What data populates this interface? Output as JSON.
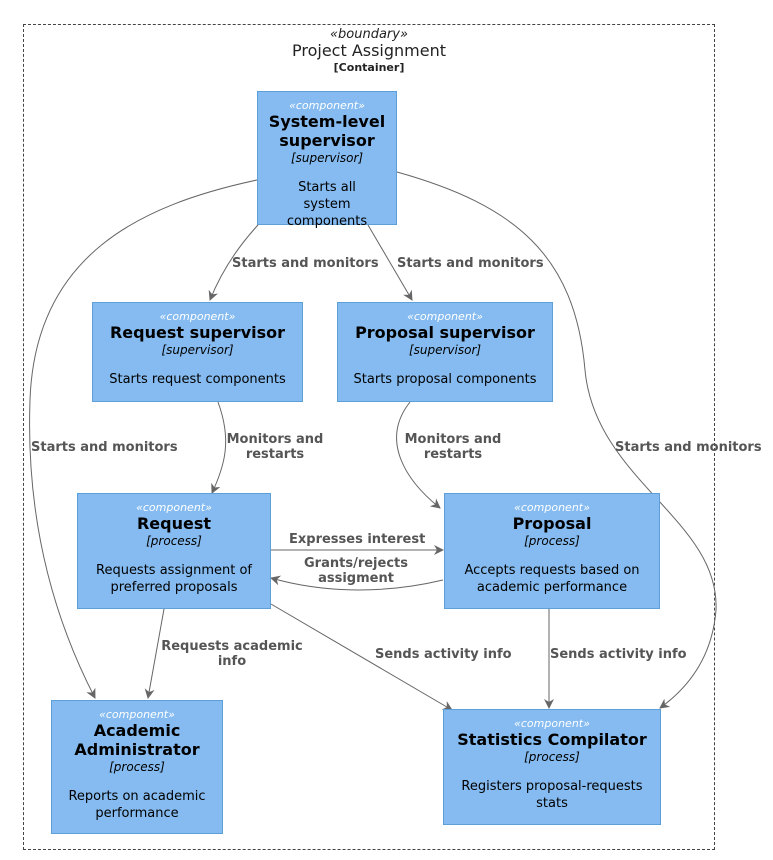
{
  "boundary": {
    "stereotype": "«boundary»",
    "title": "Project Assignment",
    "type": "[Container]"
  },
  "components": {
    "system_supervisor": {
      "stereotype": "«component»",
      "name": "System-level supervisor",
      "type": "[supervisor]",
      "description": "Starts all system components"
    },
    "request_supervisor": {
      "stereotype": "«component»",
      "name": "Request supervisor",
      "type": "[supervisor]",
      "description": "Starts request components"
    },
    "proposal_supervisor": {
      "stereotype": "«component»",
      "name": "Proposal supervisor",
      "type": "[supervisor]",
      "description": "Starts proposal components"
    },
    "request": {
      "stereotype": "«component»",
      "name": "Request",
      "type": "[process]",
      "description": "Requests assignment of preferred proposals"
    },
    "proposal": {
      "stereotype": "«component»",
      "name": "Proposal",
      "type": "[process]",
      "description": "Accepts requests based on academic performance"
    },
    "academic_admin": {
      "stereotype": "«component»",
      "name": "Academic Administrator",
      "type": "[process]",
      "description": "Reports on academic performance"
    },
    "stats_compilator": {
      "stereotype": "«component»",
      "name": "Statistics Compilator",
      "type": "[process]",
      "description": "Registers proposal-requests stats"
    }
  },
  "relations": {
    "sys_to_reqsup": "Starts and monitors",
    "sys_to_propsup": "Starts and monitors",
    "sys_to_admin": "Starts and monitors",
    "sys_to_stats": "Starts and monitors",
    "reqsup_to_request": "Monitors and restarts",
    "propsup_to_proposal": "Monitors and restarts",
    "request_to_proposal": "Expresses interest",
    "proposal_to_request": "Grants/rejects assigment",
    "request_to_admin": "Requests academic info",
    "request_to_stats": "Sends activity info",
    "proposal_to_stats": "Sends activity info"
  },
  "colors": {
    "component_fill": "#85bbf0",
    "component_border": "#5d9fd8",
    "arrow": "#666666",
    "label": "#555555"
  }
}
